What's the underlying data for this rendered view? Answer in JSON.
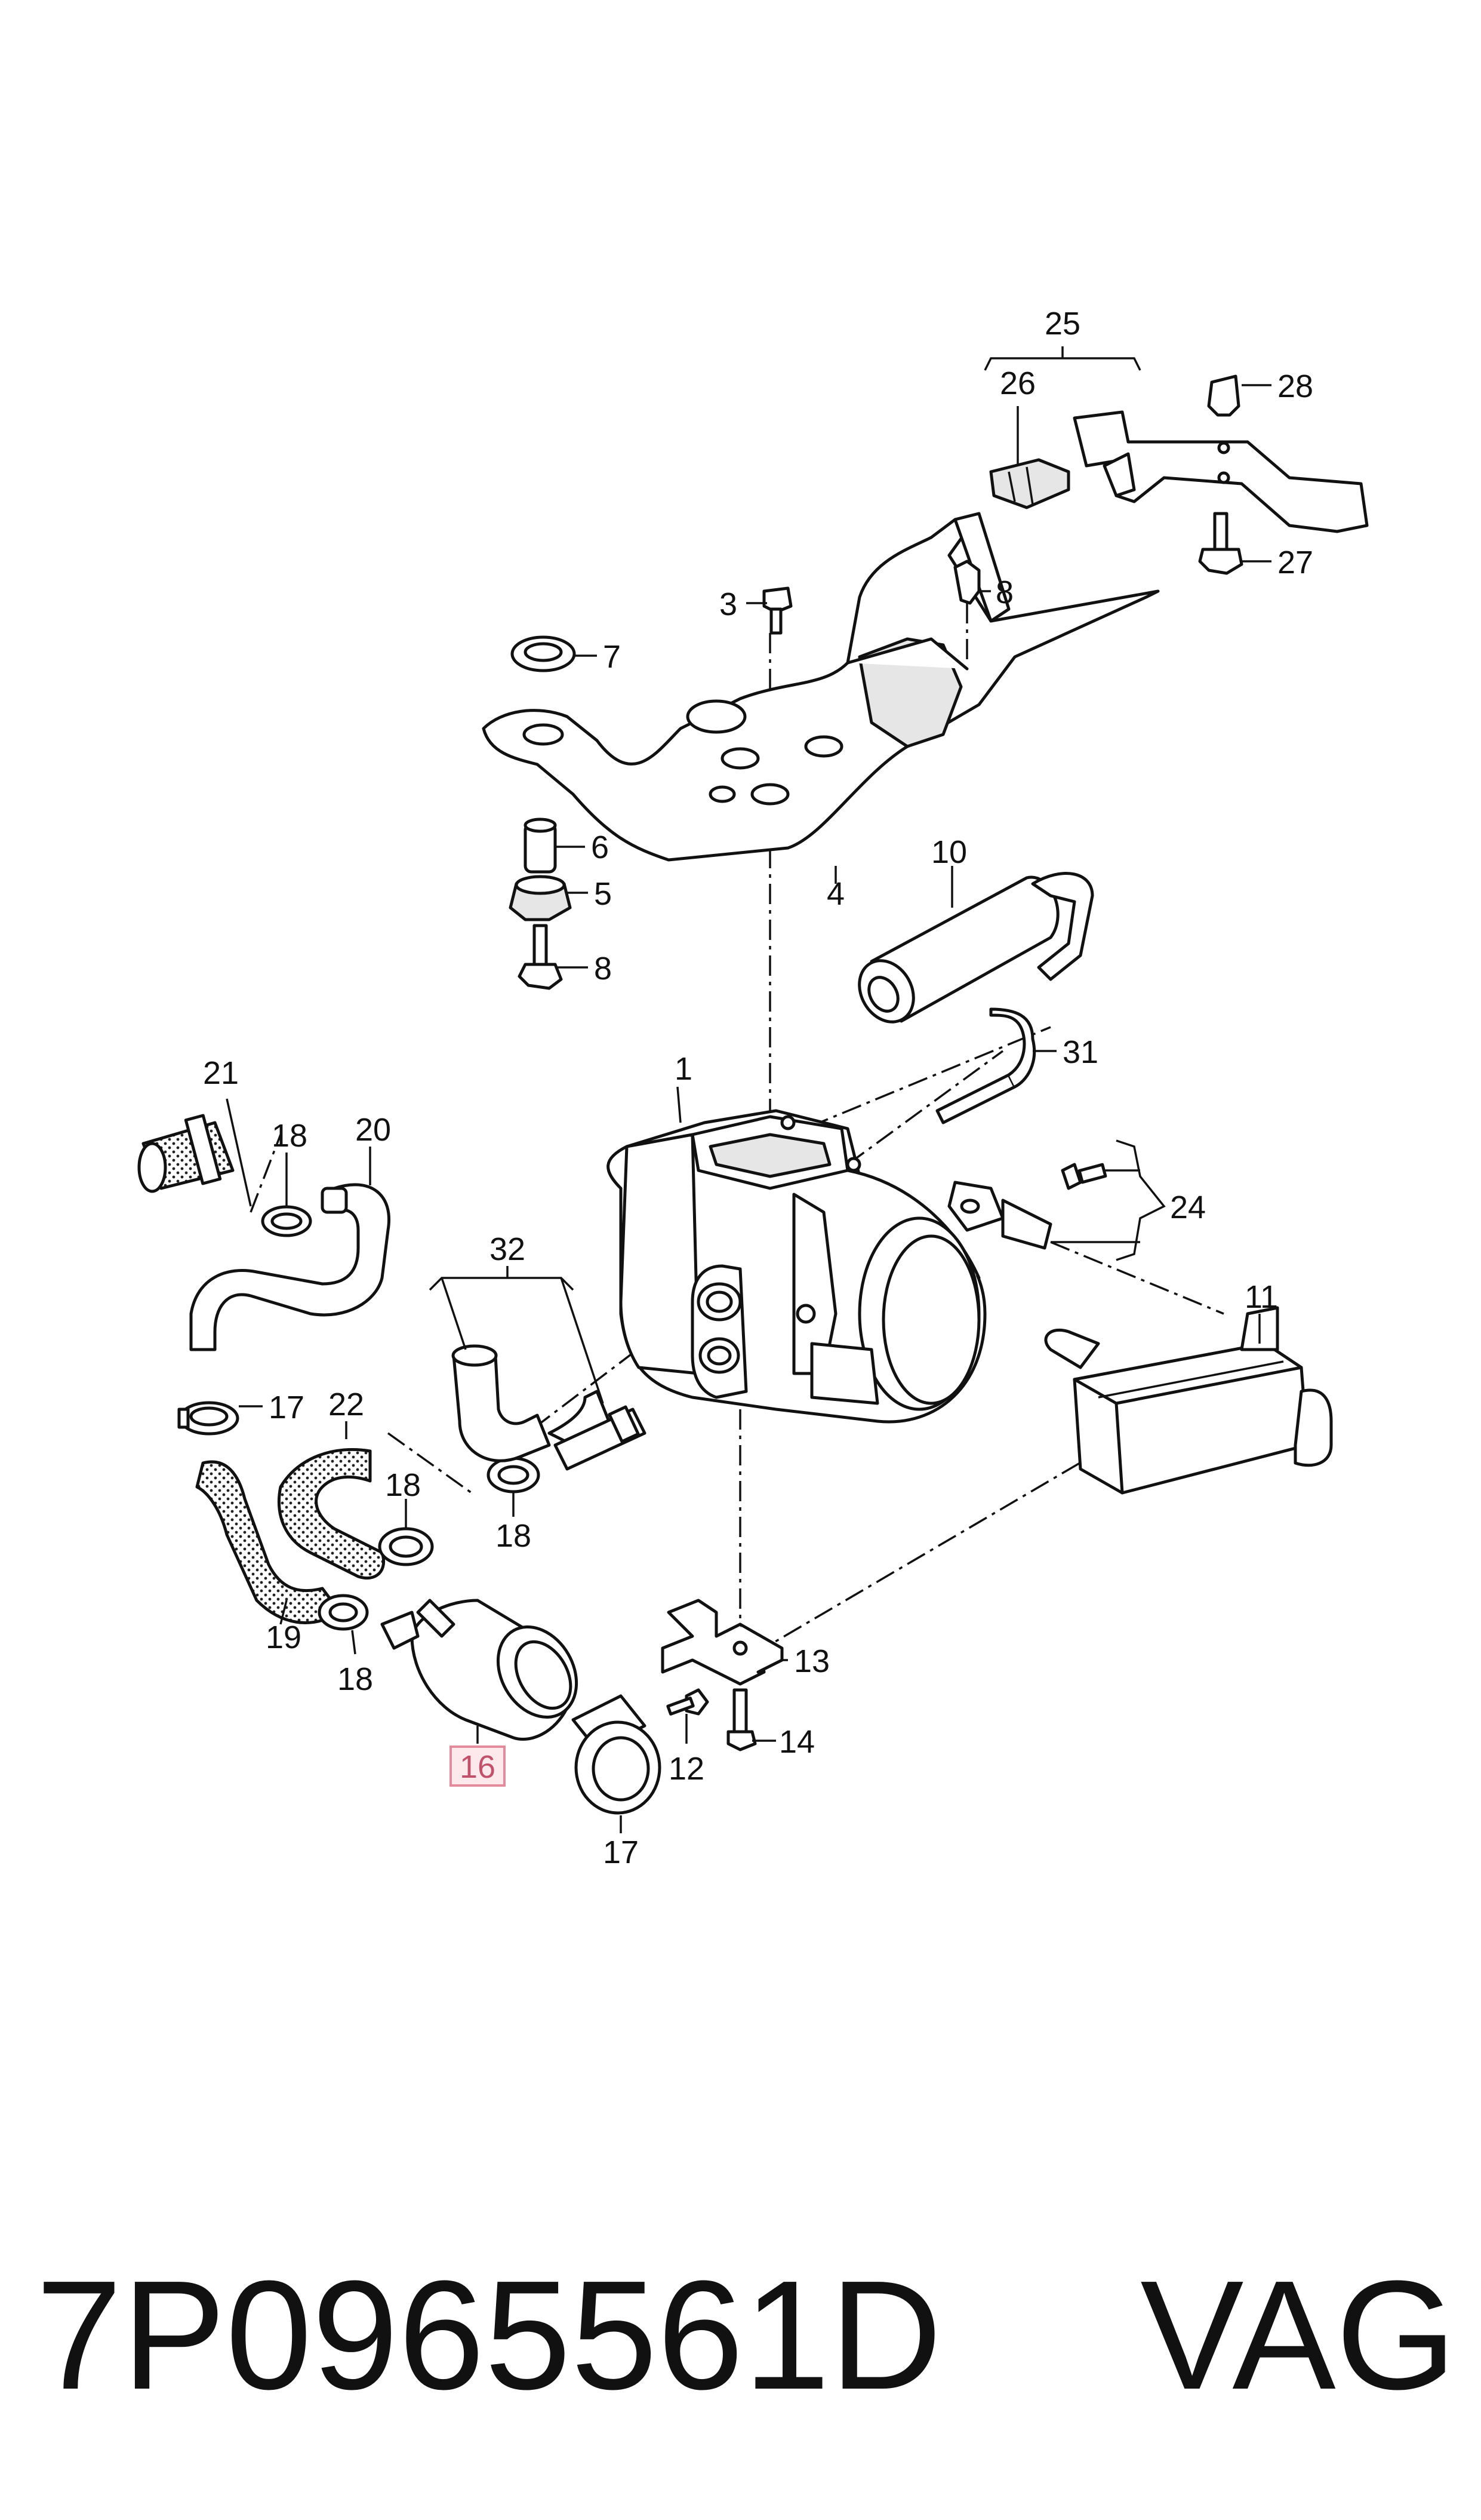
{
  "callouts": {
    "c1": "1",
    "c3": "3",
    "c4": "4",
    "c5": "5",
    "c6": "6",
    "c7": "7",
    "c8a": "8",
    "c8b": "8",
    "c10": "10",
    "c11": "11",
    "c12": "12",
    "c13": "13",
    "c14": "14",
    "c16": "16",
    "c17a": "17",
    "c17b": "17",
    "c18a": "18",
    "c18b": "18",
    "c18c": "18",
    "c18d": "18",
    "c19": "19",
    "c20": "20",
    "c21": "21",
    "c22": "22",
    "c24": "24",
    "c25": "25",
    "c26": "26",
    "c27": "27",
    "c28": "28",
    "c31": "31",
    "c32": "32"
  },
  "highlight": {
    "color": "#fde8ec",
    "border": "#e38a9c"
  },
  "footer": {
    "part_number": "7P0965561D",
    "brand": "VAG"
  }
}
